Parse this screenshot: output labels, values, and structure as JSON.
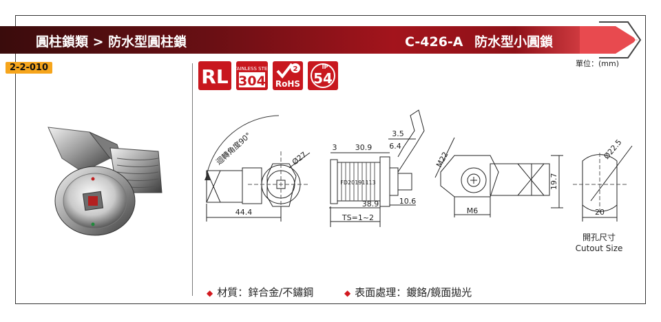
{
  "header": {
    "category": "圓柱鎖類 > 防水型圓柱鎖",
    "product_code": "C-426-A",
    "product_name": "防水型小圓鎖"
  },
  "catalog_number": "2-2-010",
  "unit_label": "單位：(mm)",
  "certifications": [
    {
      "name": "rl-logo",
      "text": "RL"
    },
    {
      "name": "stainless-steel-304-logo",
      "text_top": "STAINLESS STEEL",
      "text_bottom": "304"
    },
    {
      "name": "rohs-2-logo",
      "text_top": "2",
      "text_bottom": "RoHS"
    },
    {
      "name": "ip54-logo",
      "text_top": "IP",
      "text_bottom": "54"
    }
  ],
  "drawing": {
    "rotation_label": "迴轉角度90°",
    "dim_44_4": "44.4",
    "dim_phi27": "Ø27",
    "dim_3": "3",
    "dim_30_9": "30.9",
    "dim_3_5": "3.5",
    "dim_6_4": "6.4",
    "marking": "FD20191113",
    "dim_38_9": "38.9",
    "dim_10_6": "10.6",
    "dim_ts": "TS=1~2",
    "dim_m22": "M22",
    "dim_m6": "M6",
    "dim_19_7": "19.7",
    "dim_phi22_5": "Ø22.5",
    "dim_20": "20"
  },
  "cutout": {
    "label_cn": "開孔尺寸",
    "label_en": "Cutout Size"
  },
  "specs": {
    "material": "材質：鋅合金/不鏽鋼",
    "finish": "表面處理：鍍鉻/鏡面拋光"
  },
  "colors": {
    "banner_dark": "#3a0c0c",
    "banner_red": "#a3141c",
    "badge_orange": "#f6a51c",
    "accent_red": "#d2191f"
  }
}
